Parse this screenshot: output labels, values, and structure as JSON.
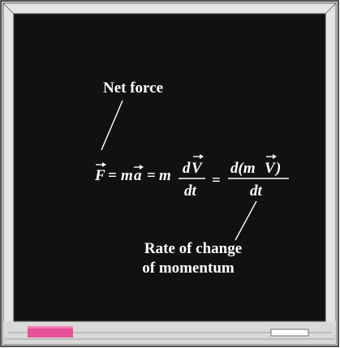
{
  "labels": {
    "net_force": "Net force",
    "rate_line1": "Rate of change",
    "rate_line2": "of momentum"
  },
  "equation": {
    "lhs": "F",
    "eq1": "=",
    "term_ma_m": "m",
    "term_ma_a": "a",
    "eq2": "=",
    "term_m": "m",
    "frac1_num_d": "d",
    "frac1_num_v": "V",
    "frac1_den": "dt",
    "eq3": "=",
    "frac2_num_open": "d(m",
    "frac2_num_v": "V",
    "frac2_num_close": ")",
    "frac2_den": "dt"
  },
  "colors": {
    "board": "#111111",
    "chalk": "#ffffff",
    "frame": "#bfbfbf",
    "eraser": "#e8509a",
    "chalk_piece": "#ffffff"
  }
}
